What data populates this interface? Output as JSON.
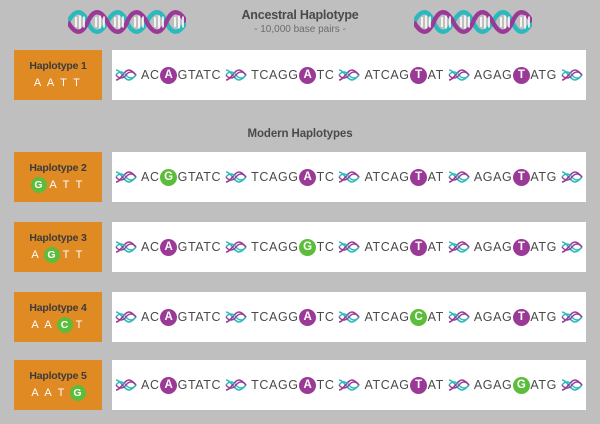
{
  "colors": {
    "background": "#bfbfbf",
    "label_orange": "#e08a23",
    "ancestral_purple": "#9b3a96",
    "mutation_green": "#5cbd3a",
    "panel_white": "#ffffff",
    "text_dark": "#4a4a4a",
    "helix_teal": "#2cb9bd",
    "helix_purple": "#9b3a96"
  },
  "header": {
    "title": "Ancestral Haplotype",
    "subtitle": "- 10,000 base pairs -",
    "left_helix": "dna-helix-icon",
    "right_helix": "dna-helix-icon"
  },
  "section_heading": "Modern Haplotypes",
  "separator_icon": "dna-separator-icon",
  "ancestral_row": {
    "name": "Haplotype 1",
    "alleles": [
      {
        "base": "A",
        "mutated": false
      },
      {
        "base": "A",
        "mutated": false
      },
      {
        "base": "T",
        "mutated": false
      },
      {
        "base": "T",
        "mutated": false
      }
    ],
    "segments": [
      {
        "prefix": "AC",
        "snp": "A",
        "mutated": false,
        "suffix": "GTATC"
      },
      {
        "prefix": "TCAGG",
        "snp": "A",
        "mutated": false,
        "suffix": "TC"
      },
      {
        "prefix": "ATCAG",
        "snp": "T",
        "mutated": false,
        "suffix": "AT"
      },
      {
        "prefix": "AGAG",
        "snp": "T",
        "mutated": false,
        "suffix": "ATG"
      }
    ]
  },
  "modern_rows": [
    {
      "name": "Haplotype 2",
      "alleles": [
        {
          "base": "G",
          "mutated": true
        },
        {
          "base": "A",
          "mutated": false
        },
        {
          "base": "T",
          "mutated": false
        },
        {
          "base": "T",
          "mutated": false
        }
      ],
      "segments": [
        {
          "prefix": "AC",
          "snp": "G",
          "mutated": true,
          "suffix": "GTATC"
        },
        {
          "prefix": "TCAGG",
          "snp": "A",
          "mutated": false,
          "suffix": "TC"
        },
        {
          "prefix": "ATCAG",
          "snp": "T",
          "mutated": false,
          "suffix": "AT"
        },
        {
          "prefix": "AGAG",
          "snp": "T",
          "mutated": false,
          "suffix": "ATG"
        }
      ]
    },
    {
      "name": "Haplotype 3",
      "alleles": [
        {
          "base": "A",
          "mutated": false
        },
        {
          "base": "G",
          "mutated": true
        },
        {
          "base": "T",
          "mutated": false
        },
        {
          "base": "T",
          "mutated": false
        }
      ],
      "segments": [
        {
          "prefix": "AC",
          "snp": "A",
          "mutated": false,
          "suffix": "GTATC"
        },
        {
          "prefix": "TCAGG",
          "snp": "G",
          "mutated": true,
          "suffix": "TC"
        },
        {
          "prefix": "ATCAG",
          "snp": "T",
          "mutated": false,
          "suffix": "AT"
        },
        {
          "prefix": "AGAG",
          "snp": "T",
          "mutated": false,
          "suffix": "ATG"
        }
      ]
    },
    {
      "name": "Haplotype 4",
      "alleles": [
        {
          "base": "A",
          "mutated": false
        },
        {
          "base": "A",
          "mutated": false
        },
        {
          "base": "C",
          "mutated": true
        },
        {
          "base": "T",
          "mutated": false
        }
      ],
      "segments": [
        {
          "prefix": "AC",
          "snp": "A",
          "mutated": false,
          "suffix": "GTATC"
        },
        {
          "prefix": "TCAGG",
          "snp": "A",
          "mutated": false,
          "suffix": "TC"
        },
        {
          "prefix": "ATCAG",
          "snp": "C",
          "mutated": true,
          "suffix": "AT"
        },
        {
          "prefix": "AGAG",
          "snp": "T",
          "mutated": false,
          "suffix": "ATG"
        }
      ]
    },
    {
      "name": "Haplotype 5",
      "alleles": [
        {
          "base": "A",
          "mutated": false
        },
        {
          "base": "A",
          "mutated": false
        },
        {
          "base": "T",
          "mutated": false
        },
        {
          "base": "G",
          "mutated": true
        }
      ],
      "segments": [
        {
          "prefix": "AC",
          "snp": "A",
          "mutated": false,
          "suffix": "GTATC"
        },
        {
          "prefix": "TCAGG",
          "snp": "A",
          "mutated": false,
          "suffix": "TC"
        },
        {
          "prefix": "ATCAG",
          "snp": "T",
          "mutated": false,
          "suffix": "AT"
        },
        {
          "prefix": "AGAG",
          "snp": "G",
          "mutated": true,
          "suffix": "ATG"
        }
      ]
    }
  ]
}
